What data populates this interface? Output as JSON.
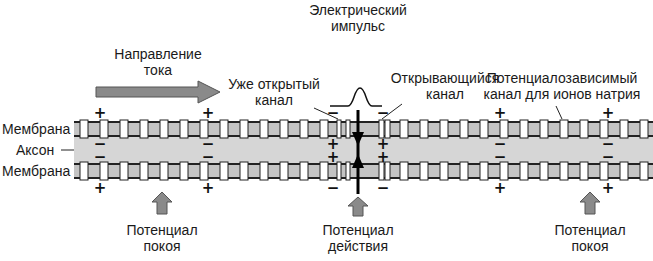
{
  "diagram": {
    "labels": [
      "Электрический импульс",
      "Направление тока",
      "Уже открытый канал",
      "Открывающийся канал",
      "Потенциалозависимый канал для ионов натрия",
      "Мембрана",
      "Аксон",
      "Мембрана",
      "Потенциал покоя",
      "Потенциал действия",
      "Потенциал покоя",
      "+",
      "+",
      "−",
      "−",
      "+",
      "+",
      "−",
      "−",
      "+",
      "+",
      "−",
      "−",
      "−",
      "−",
      "+",
      "+",
      "−",
      "−",
      "+",
      "+",
      "−",
      "−",
      "+",
      "+"
    ]
  }
}
